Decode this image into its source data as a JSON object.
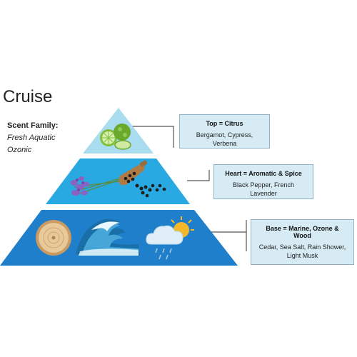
{
  "title": "Cruise",
  "scent_family": {
    "label": "Scent Family:",
    "lines": [
      "Fresh Aquatic",
      "Ozonic"
    ]
  },
  "tiers": [
    {
      "heading": "Top = Citrus",
      "notes": [
        "Bergamot, Cypress, Verbena"
      ],
      "color": "#a8dcee",
      "icons": [
        "bergamot-fruit-icon"
      ]
    },
    {
      "heading": "Heart = Aromatic & Spice",
      "notes": [
        "Black Pepper, French Lavender"
      ],
      "color": "#29a9e1",
      "icons": [
        "lavender-icon",
        "pepper-scoop-icon"
      ]
    },
    {
      "heading": "Base = Marine, Ozone & Wood",
      "notes": [
        "Cedar, Sea Salt, Rain Shower,",
        "Light Musk"
      ],
      "color": "#1f7fcb",
      "icons": [
        "wood-slice-icon",
        "ocean-wave-icon",
        "rain-cloud-sun-icon"
      ]
    }
  ],
  "colors": {
    "note_box_bg": "#d7ebf5",
    "note_box_border": "#8fb3c5",
    "connector_line": "#555555"
  }
}
